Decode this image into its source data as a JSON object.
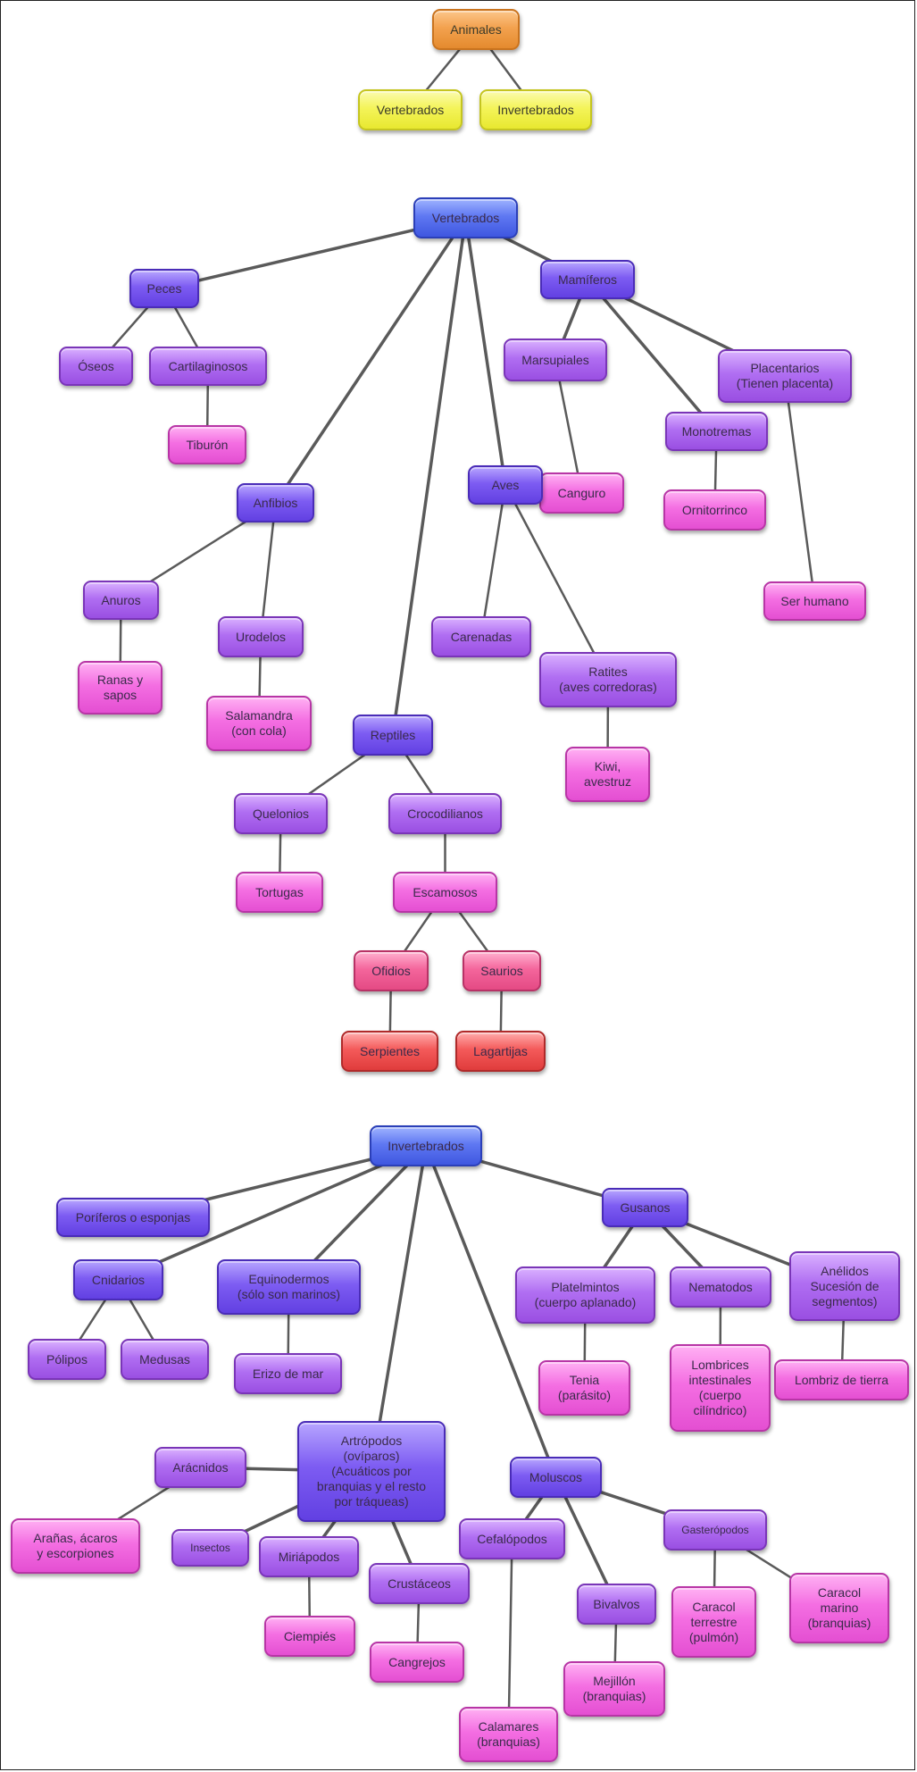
{
  "nodes": [
    {
      "id": "animales",
      "label": "Animales",
      "color": "orange"
    },
    {
      "id": "vert0",
      "label": "Vertebrados",
      "color": "yellow"
    },
    {
      "id": "invert0",
      "label": "Invertebrados",
      "color": "yellow"
    },
    {
      "id": "vert",
      "label": "Vertebrados",
      "color": "blue"
    },
    {
      "id": "peces",
      "label": "Peces",
      "color": "indigo"
    },
    {
      "id": "oseos",
      "label": "Óseos",
      "color": "violet"
    },
    {
      "id": "cartil",
      "label": "Cartilaginosos",
      "color": "violet"
    },
    {
      "id": "tiburon",
      "label": "Tiburón",
      "color": "magenta"
    },
    {
      "id": "mamiferos",
      "label": "Mamíferos",
      "color": "indigo"
    },
    {
      "id": "marsup",
      "label": "Marsupiales",
      "color": "violet"
    },
    {
      "id": "canguro",
      "label": "Canguro",
      "color": "magenta"
    },
    {
      "id": "placent",
      "label": "Placentarios\n(Tienen placenta)",
      "color": "violet"
    },
    {
      "id": "monotr",
      "label": "Monotremas",
      "color": "violet"
    },
    {
      "id": "ornito",
      "label": "Ornitorrinco",
      "color": "magenta"
    },
    {
      "id": "humano",
      "label": "Ser humano",
      "color": "magenta"
    },
    {
      "id": "anfibios",
      "label": "Anfibios",
      "color": "indigo"
    },
    {
      "id": "anuros",
      "label": "Anuros",
      "color": "violet"
    },
    {
      "id": "ranas",
      "label": "Ranas y\nsapos",
      "color": "magenta"
    },
    {
      "id": "urodelos",
      "label": "Urodelos",
      "color": "violet"
    },
    {
      "id": "salam",
      "label": "Salamandra\n(con cola)",
      "color": "magenta"
    },
    {
      "id": "aves",
      "label": "Aves",
      "color": "indigo"
    },
    {
      "id": "carenadas",
      "label": "Carenadas",
      "color": "violet"
    },
    {
      "id": "ratites",
      "label": "Ratites\n(aves corredoras)",
      "color": "violet"
    },
    {
      "id": "kiwi",
      "label": "Kiwi,\navestruz",
      "color": "magenta"
    },
    {
      "id": "reptiles",
      "label": "Reptiles",
      "color": "indigo"
    },
    {
      "id": "quelonios",
      "label": "Quelonios",
      "color": "violet"
    },
    {
      "id": "tortugas",
      "label": "Tortugas",
      "color": "magenta"
    },
    {
      "id": "cocodril",
      "label": "Crocodilianos",
      "color": "violet"
    },
    {
      "id": "escamosos",
      "label": "Escamosos",
      "color": "magenta"
    },
    {
      "id": "ofidios",
      "label": "Ofidios",
      "color": "pink"
    },
    {
      "id": "saurios",
      "label": "Saurios",
      "color": "pink"
    },
    {
      "id": "serpientes",
      "label": "Serpientes",
      "color": "red"
    },
    {
      "id": "lagartijas",
      "label": "Lagartijas",
      "color": "red"
    },
    {
      "id": "invert",
      "label": "Invertebrados",
      "color": "blue"
    },
    {
      "id": "poriferos",
      "label": "Poríferos o esponjas",
      "color": "indigo"
    },
    {
      "id": "cnidarios",
      "label": "Cnidarios",
      "color": "indigo"
    },
    {
      "id": "polipos",
      "label": "Pólipos",
      "color": "violet"
    },
    {
      "id": "medusas",
      "label": "Medusas",
      "color": "violet"
    },
    {
      "id": "equino",
      "label": "Equinodermos\n(sólo son marinos)",
      "color": "indigo"
    },
    {
      "id": "erizo",
      "label": "Erizo de mar",
      "color": "violet"
    },
    {
      "id": "gusanos",
      "label": "Gusanos",
      "color": "indigo"
    },
    {
      "id": "platel",
      "label": "Platelmintos\n(cuerpo aplanado)",
      "color": "violet"
    },
    {
      "id": "tenia",
      "label": "Tenia\n(parásito)",
      "color": "magenta"
    },
    {
      "id": "nemat",
      "label": "Nematodos",
      "color": "violet"
    },
    {
      "id": "lombint",
      "label": "Lombrices\nintestinales\n(cuerpo\ncilíndrico)",
      "color": "magenta"
    },
    {
      "id": "anelidos",
      "label": "Anélidos\nSucesión de\nsegmentos)",
      "color": "violet"
    },
    {
      "id": "lombtierra",
      "label": "Lombriz de tierra",
      "color": "magenta"
    },
    {
      "id": "artro",
      "label": "Artrópodos\n(ovíparos)\n(Acuáticos por\nbranquias y el resto\npor tráqueas)",
      "color": "indigo"
    },
    {
      "id": "aracnidos",
      "label": "Arácnidos",
      "color": "violet"
    },
    {
      "id": "aranas",
      "label": "Arañas, ácaros\ny escorpiones",
      "color": "magenta"
    },
    {
      "id": "insectos",
      "label": "Insectos",
      "color": "violet"
    },
    {
      "id": "miriap",
      "label": "Miriápodos",
      "color": "violet"
    },
    {
      "id": "ciempies",
      "label": "Ciempiés",
      "color": "magenta"
    },
    {
      "id": "crust",
      "label": "Crustáceos",
      "color": "violet"
    },
    {
      "id": "cangrejos",
      "label": "Cangrejos",
      "color": "magenta"
    },
    {
      "id": "moluscos",
      "label": "Moluscos",
      "color": "indigo"
    },
    {
      "id": "cefalo",
      "label": "Cefalópodos",
      "color": "violet"
    },
    {
      "id": "calamares",
      "label": "Calamares\n(branquias)",
      "color": "magenta"
    },
    {
      "id": "bivalvos",
      "label": "Bivalvos",
      "color": "violet"
    },
    {
      "id": "mejillon",
      "label": "Mejillón\n(branquias)",
      "color": "magenta"
    },
    {
      "id": "gaster",
      "label": "Gasterópodos",
      "color": "violet"
    },
    {
      "id": "caracolt",
      "label": "Caracol\nterrestre\n(pulmón)",
      "color": "magenta"
    },
    {
      "id": "caracolm",
      "label": "Caracol\nmarino\n(branquias)",
      "color": "magenta"
    }
  ],
  "edges": [
    [
      "animales",
      "vert0"
    ],
    [
      "animales",
      "invert0"
    ],
    [
      "vert",
      "peces"
    ],
    [
      "vert",
      "anfibios"
    ],
    [
      "vert",
      "reptiles"
    ],
    [
      "vert",
      "aves"
    ],
    [
      "vert",
      "mamiferos"
    ],
    [
      "peces",
      "oseos"
    ],
    [
      "peces",
      "cartil"
    ],
    [
      "cartil",
      "tiburon"
    ],
    [
      "mamiferos",
      "marsup"
    ],
    [
      "mamiferos",
      "monotr"
    ],
    [
      "mamiferos",
      "placent"
    ],
    [
      "marsup",
      "canguro"
    ],
    [
      "monotr",
      "ornito"
    ],
    [
      "placent",
      "humano"
    ],
    [
      "anfibios",
      "anuros"
    ],
    [
      "anfibios",
      "urodelos"
    ],
    [
      "anuros",
      "ranas"
    ],
    [
      "urodelos",
      "salam"
    ],
    [
      "aves",
      "carenadas"
    ],
    [
      "aves",
      "ratites"
    ],
    [
      "ratites",
      "kiwi"
    ],
    [
      "reptiles",
      "quelonios"
    ],
    [
      "reptiles",
      "cocodril"
    ],
    [
      "quelonios",
      "tortugas"
    ],
    [
      "cocodril",
      "escamosos"
    ],
    [
      "escamosos",
      "ofidios"
    ],
    [
      "escamosos",
      "saurios"
    ],
    [
      "ofidios",
      "serpientes"
    ],
    [
      "saurios",
      "lagartijas"
    ],
    [
      "invert",
      "poriferos"
    ],
    [
      "invert",
      "cnidarios"
    ],
    [
      "invert",
      "equino"
    ],
    [
      "invert",
      "artro"
    ],
    [
      "invert",
      "moluscos"
    ],
    [
      "invert",
      "gusanos"
    ],
    [
      "cnidarios",
      "polipos"
    ],
    [
      "cnidarios",
      "medusas"
    ],
    [
      "equino",
      "erizo"
    ],
    [
      "gusanos",
      "platel"
    ],
    [
      "gusanos",
      "nemat"
    ],
    [
      "gusanos",
      "anelidos"
    ],
    [
      "platel",
      "tenia"
    ],
    [
      "nemat",
      "lombint"
    ],
    [
      "anelidos",
      "lombtierra"
    ],
    [
      "artro",
      "aracnidos"
    ],
    [
      "artro",
      "insectos"
    ],
    [
      "artro",
      "miriap"
    ],
    [
      "artro",
      "crust"
    ],
    [
      "aracnidos",
      "aranas"
    ],
    [
      "miriap",
      "ciempies"
    ],
    [
      "crust",
      "cangrejos"
    ],
    [
      "moluscos",
      "cefalo"
    ],
    [
      "moluscos",
      "bivalvos"
    ],
    [
      "moluscos",
      "gaster"
    ],
    [
      "cefalo",
      "calamares"
    ],
    [
      "bivalvos",
      "mejillon"
    ],
    [
      "gaster",
      "caracolt"
    ],
    [
      "gaster",
      "caracolm"
    ]
  ]
}
